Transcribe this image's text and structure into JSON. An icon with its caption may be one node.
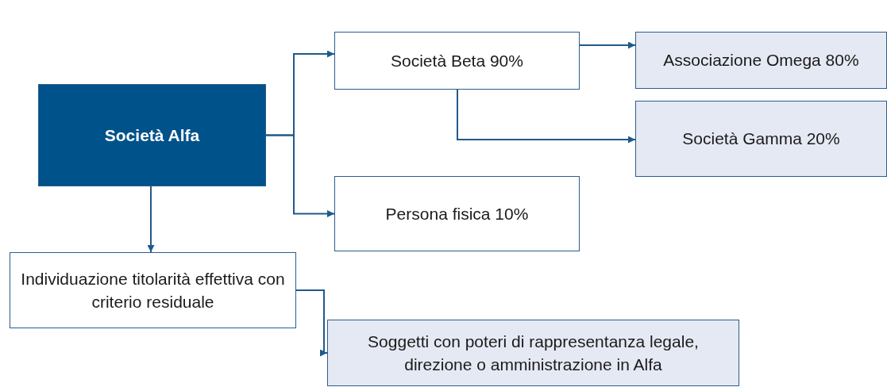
{
  "diagram": {
    "nodes": [
      {
        "text": [
          "Società Alfa"
        ]
      },
      {
        "text": [
          "Società Beta 90%"
        ]
      },
      {
        "text": [
          "Associazione Omega 80%"
        ]
      },
      {
        "text": [
          "Società Gamma 20%"
        ]
      },
      {
        "text": [
          "Persona fisica 10%"
        ]
      },
      {
        "text": [
          "Individuazione titolarità effettiva con criterio residuale"
        ]
      },
      {
        "text": [
          "Soggetti con poteri di rappresentanza legale, direzione o amministrazione in Alfa"
        ]
      }
    ],
    "edges": [
      {
        "from": 0,
        "to": 1,
        "arrow": "to"
      },
      {
        "from": 0,
        "to": 4,
        "arrow": "to"
      },
      {
        "from": 1,
        "to": 2,
        "arrow": "to"
      },
      {
        "from": 1,
        "to": 3,
        "arrow": "to"
      },
      {
        "from": 0,
        "to": 5,
        "arrow": "to"
      },
      {
        "from": 5,
        "to": 6,
        "arrow": "to"
      }
    ]
  }
}
